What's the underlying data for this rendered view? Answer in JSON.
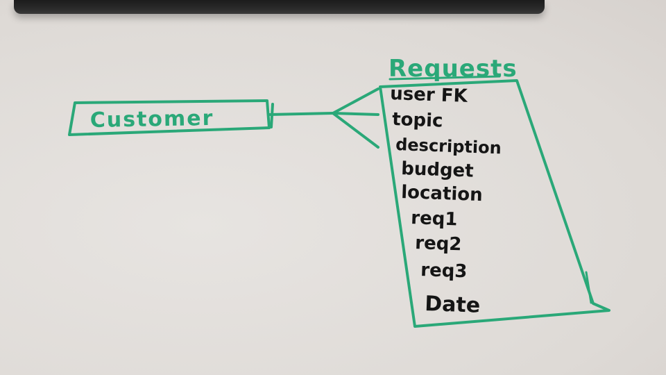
{
  "diagram": {
    "entity_customer": {
      "name": "Customer"
    },
    "entity_requests": {
      "name": "Requests",
      "fields": [
        "user FK",
        "topic",
        "description",
        "budget",
        "location",
        "req1",
        "req2",
        "req3",
        "Date"
      ]
    },
    "relationship": {
      "from": "Customer",
      "to": "Requests",
      "cardinality": "one-to-many"
    }
  },
  "colors": {
    "board": "#e3dfdc",
    "green_marker": "#2aa878",
    "black_marker": "#151515"
  }
}
